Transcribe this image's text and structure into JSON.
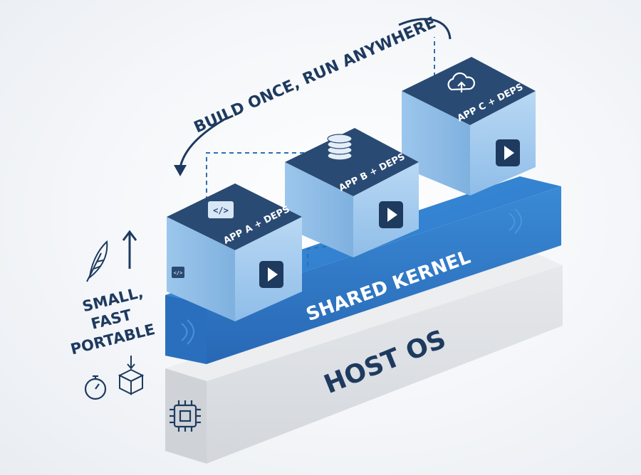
{
  "slogan": "BUILD ONCE, RUN ANYWHERE",
  "layers": {
    "kernel": "SHARED KERNEL",
    "host": "HOST OS"
  },
  "containers": [
    {
      "label": "APP A + DEPS",
      "icon": "code-icon"
    },
    {
      "label": "APP B + DEPS",
      "icon": "database-icon"
    },
    {
      "label": "APP C + DEPS",
      "icon": "cloud-upload-icon"
    }
  ],
  "benefits": {
    "line1": "SMALL,",
    "line2": "FAST",
    "line3": "PORTABLE"
  },
  "icons": [
    "feather-icon",
    "arrow-up-icon",
    "stopwatch-icon",
    "package-icon",
    "cpu-chip-icon",
    "play-icon"
  ],
  "colors": {
    "navy": "#1e3a5f",
    "kernel_blue": "#2f80d0",
    "container_light": "#a9cdef",
    "container_top": "#294a73",
    "host_gray": "#dfe2e6"
  }
}
